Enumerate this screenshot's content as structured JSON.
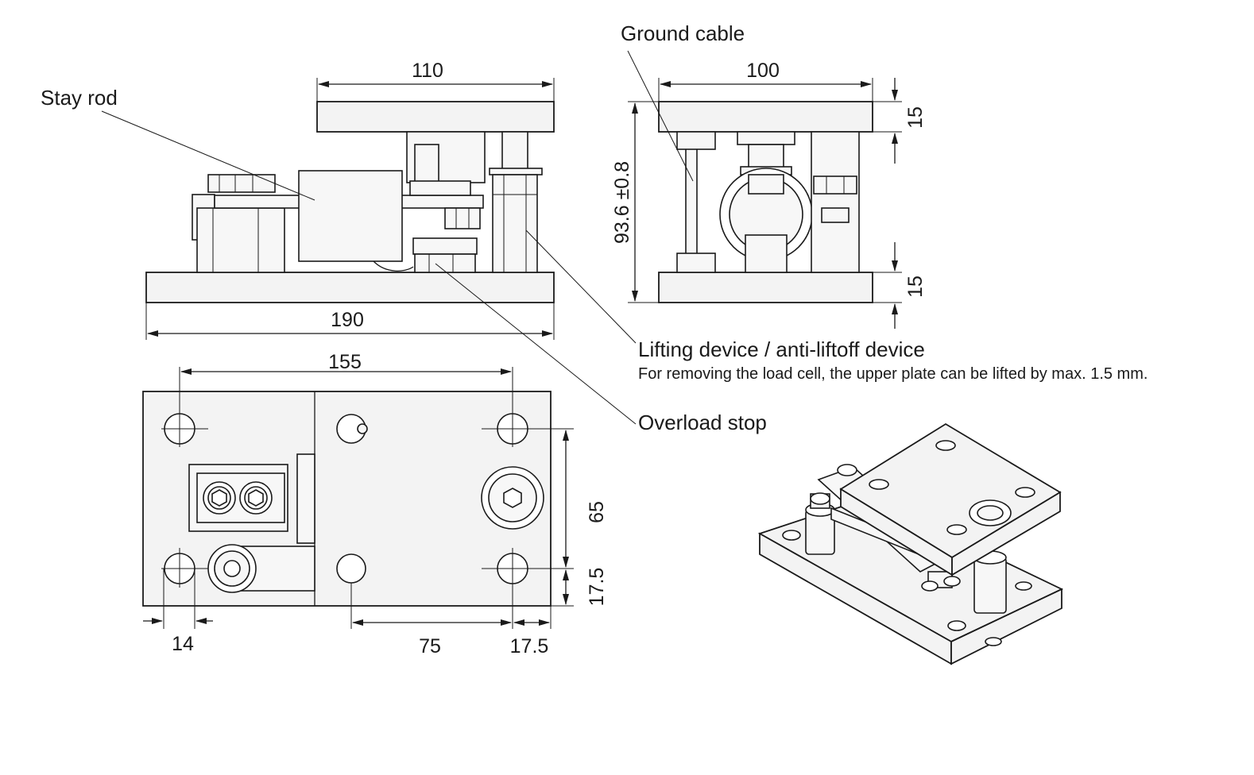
{
  "labels": {
    "stay_rod": "Stay rod",
    "ground_cable": "Ground cable",
    "lifting_device": "Lifting device / anti-liftoff device",
    "lifting_note": "For removing the load cell, the upper plate can be lifted by max. 1.5 mm.",
    "overload_stop": "Overload stop"
  },
  "dimensions": {
    "top_plate_width": "110",
    "base_length": "190",
    "side_width": "100",
    "side_top_thickness": "15",
    "side_height": "93.6 ±0.8",
    "side_bottom_thickness": "15",
    "hole_span_155": "155",
    "hole_span_65": "65",
    "edge_17_5_right": "17.5",
    "edge_14": "14",
    "hole_span_75": "75",
    "edge_17_5_bottom": "17.5"
  },
  "icons": {
    "hex_socket": "hex-socket-icon",
    "hex_nut": "hex-nut-icon"
  }
}
